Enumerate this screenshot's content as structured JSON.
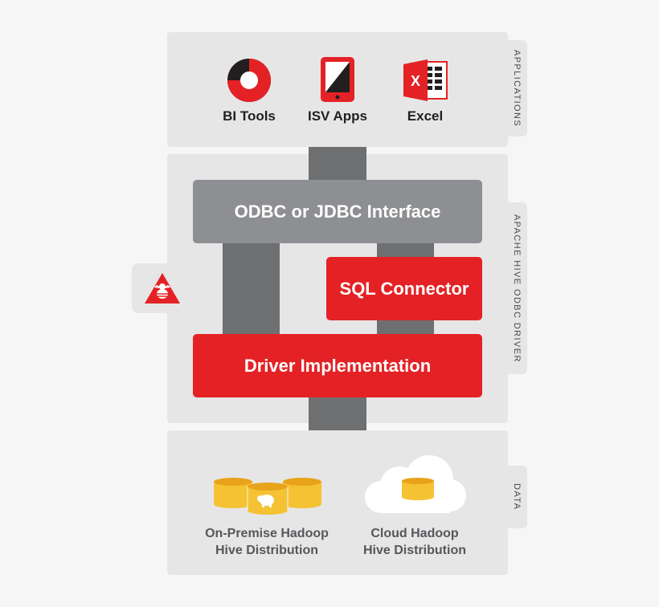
{
  "applications": {
    "section_label": "APPLICATIONS",
    "items": [
      {
        "label": "BI Tools",
        "icon": "donut-chart-icon"
      },
      {
        "label": "ISV Apps",
        "icon": "tablet-icon"
      },
      {
        "label": "Excel",
        "icon": "excel-icon"
      }
    ]
  },
  "driver": {
    "section_label": "APACHE HIVE ODBC DRIVER",
    "interface_label": "ODBC or JDBC Interface",
    "connector_label": "SQL Connector",
    "implementation_label": "Driver Implementation",
    "badge_icon": "hive-bee-icon"
  },
  "data": {
    "section_label": "DATA",
    "items": [
      {
        "line1": "On-Premise Hadoop",
        "line2": "Hive Distribution",
        "icon": "database-cylinders-icon"
      },
      {
        "line1": "Cloud Hadoop",
        "line2": "Hive Distribution",
        "icon": "cloud-database-icon"
      }
    ]
  },
  "colors": {
    "red": "#e42225",
    "grey_box": "#8e8f92",
    "conduit": "#6e6f71",
    "panel": "#e6e6e7",
    "gold": "#f4c233"
  }
}
